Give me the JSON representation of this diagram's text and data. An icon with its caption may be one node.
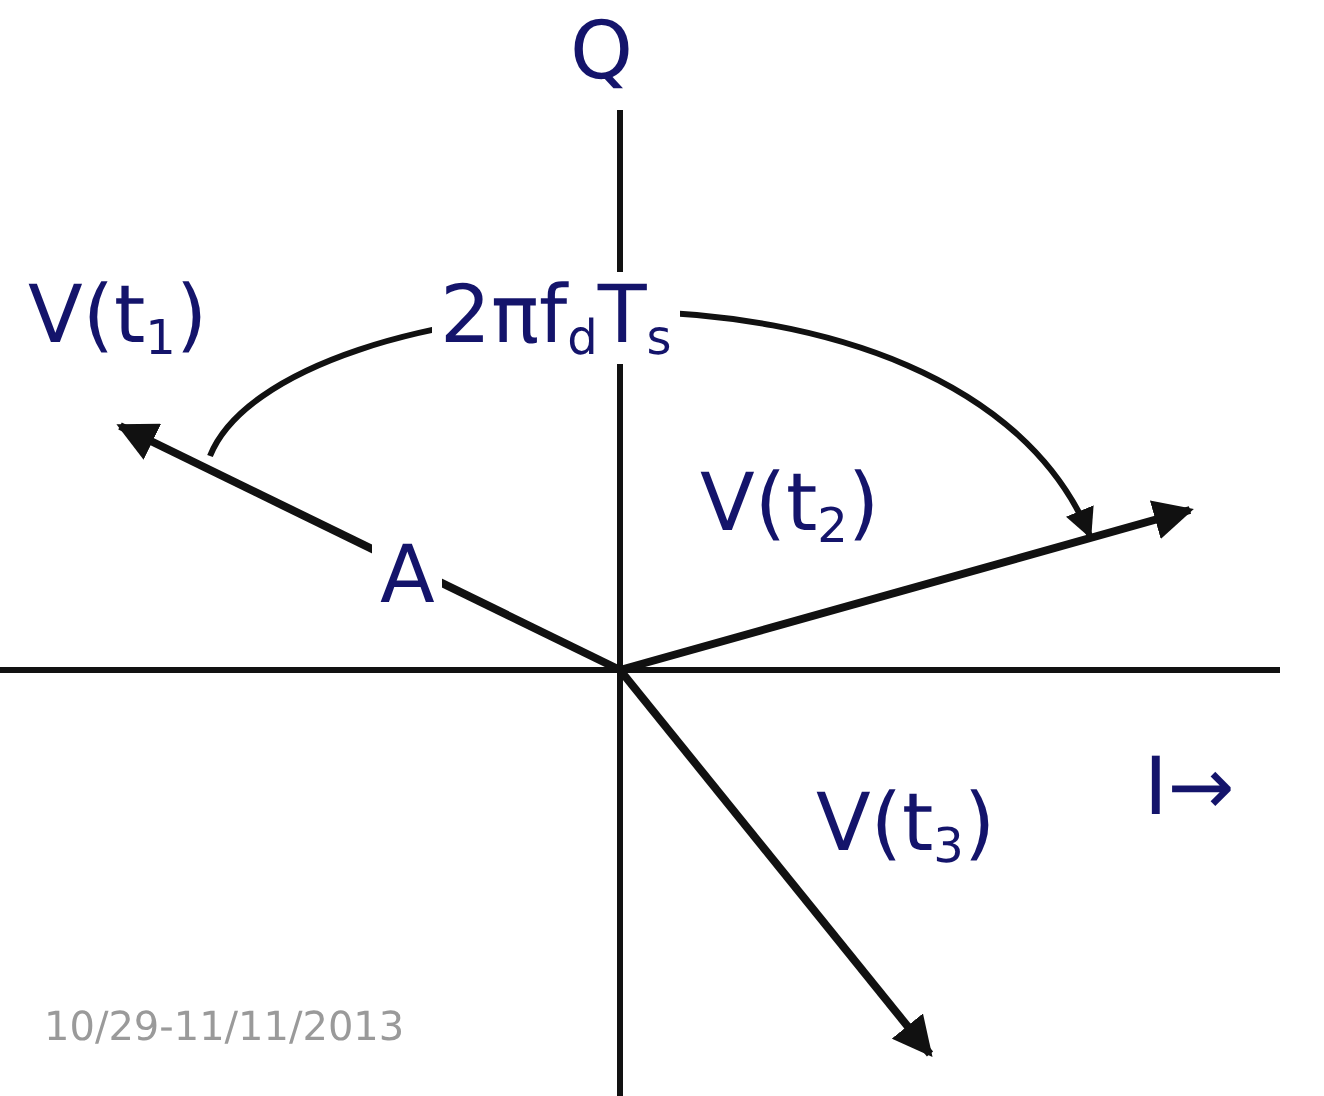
{
  "diagram": {
    "labels": [
      "Q",
      "V(t$_{1}$)",
      "2πf$_{d}$T$_{s}$",
      "V(t$_{2}$)",
      "A",
      "I→",
      "V(t$_{3}$)",
      "10/29-11/11/2013"
    ]
  }
}
